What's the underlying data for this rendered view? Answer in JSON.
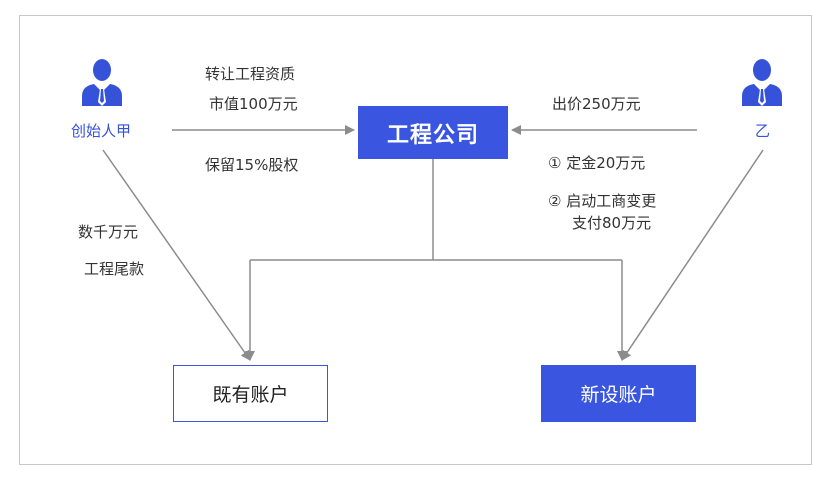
{
  "colors": {
    "accent": "#3a55e0",
    "person": "#3652d9",
    "line": "#8c8c8c",
    "frame": "#c8c8c8"
  },
  "icons": {
    "left_person": "person-icon",
    "right_person": "person-icon"
  },
  "persons": {
    "left_name": "创始人甲",
    "right_name": "乙"
  },
  "boxes": {
    "company": "工程公司",
    "existing_account": "既有账户",
    "new_account": "新设账户"
  },
  "labels": {
    "transfer_qualification": "转让工程资质",
    "market_value": "市值100万元",
    "retain_equity": "保留15%股权",
    "bid_price": "出价250万元",
    "deposit": "① 定金20万元",
    "change_registration": "② 启动工商变更",
    "pay_80": "支付80万元",
    "thousands": "数千万元",
    "final_payment": "工程尾款"
  }
}
